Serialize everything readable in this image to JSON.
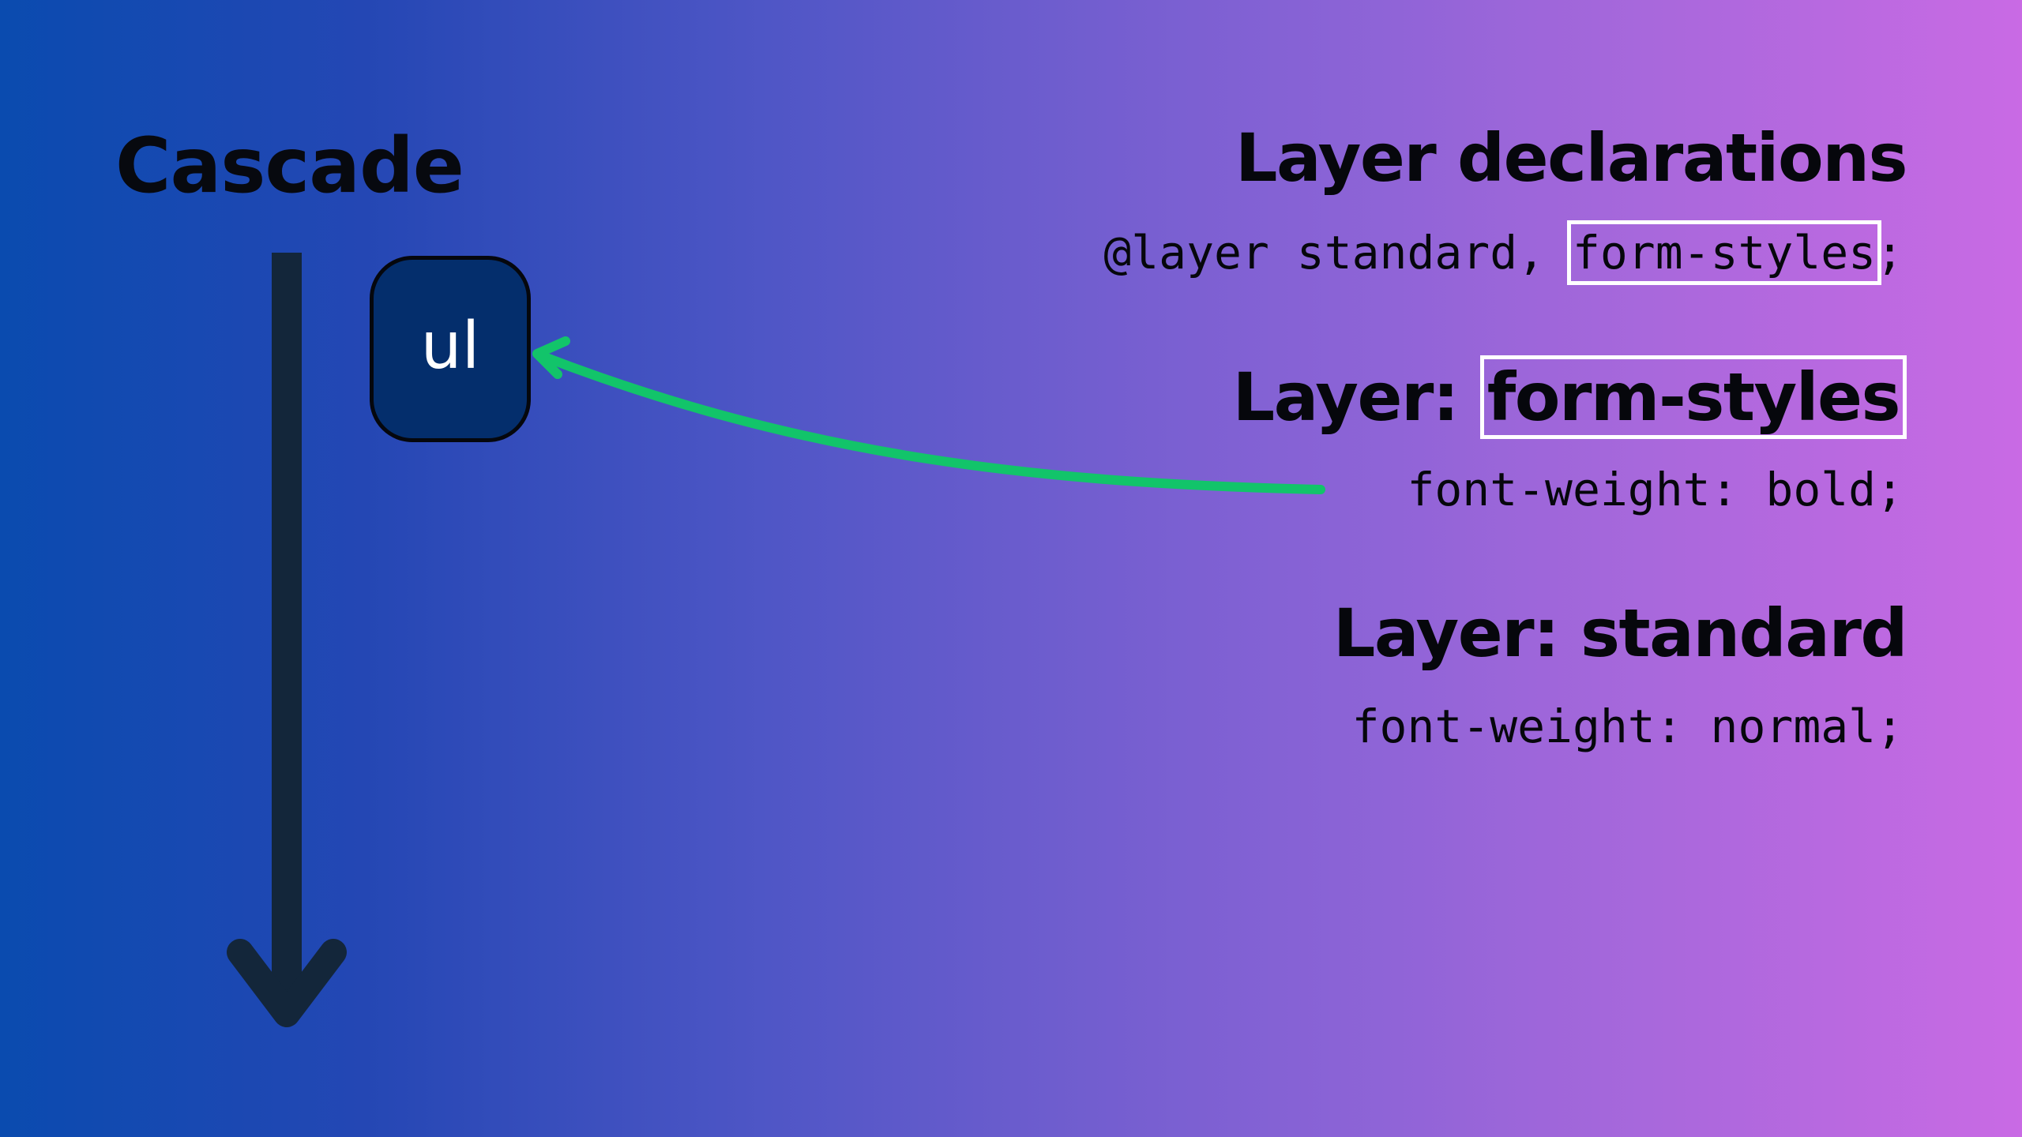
{
  "cascade": {
    "title": "Cascade"
  },
  "element": {
    "label": "ul"
  },
  "layer_declarations": {
    "heading": "Layer declarations",
    "code_prefix": "@layer standard, ",
    "code_highlight": "form-styles",
    "code_suffix": ";"
  },
  "form_styles_layer": {
    "heading_prefix": "Layer: ",
    "heading_highlight": "form-styles",
    "code": "font-weight: bold;"
  },
  "standard_layer": {
    "heading": "Layer: standard",
    "code": "font-weight: normal;"
  },
  "colors": {
    "cascade_arrow": "#13263a",
    "pointer_arrow": "#12c46a",
    "highlight_box": "#ffffff",
    "element_box": "#042e6c"
  }
}
